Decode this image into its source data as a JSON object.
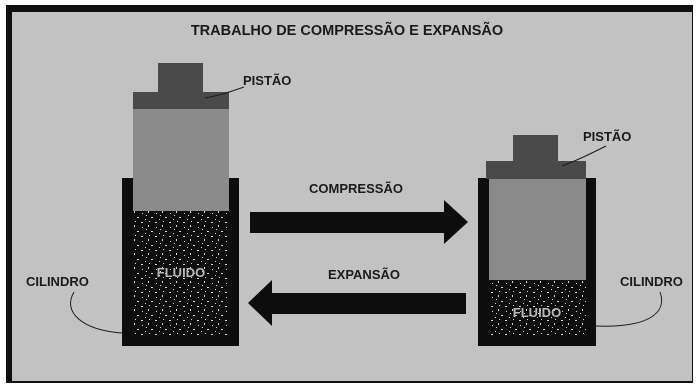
{
  "title": "TRABALHO DE COMPRESSÃO E EXPANSÃO",
  "left_assembly": {
    "piston_label": "PISTÃO",
    "cylinder_label": "CILINDRO",
    "fluid_label": "FLUIDO"
  },
  "right_assembly": {
    "piston_label": "PISTÃO",
    "cylinder_label": "CILINDRO",
    "fluid_label": "FLUIDO"
  },
  "arrows": {
    "compression_label": "COMPRESSÃO",
    "expansion_label": "EXPANSÃO"
  },
  "colors": {
    "background": "#c2c2c2",
    "frame": "#101010",
    "piston_head": "#4a4a4a",
    "piston_body": "#8a8a8a",
    "cylinder": "#0d0d0d",
    "fluid_speckle": "#d8d8d8",
    "text": "#1a1a1a"
  }
}
